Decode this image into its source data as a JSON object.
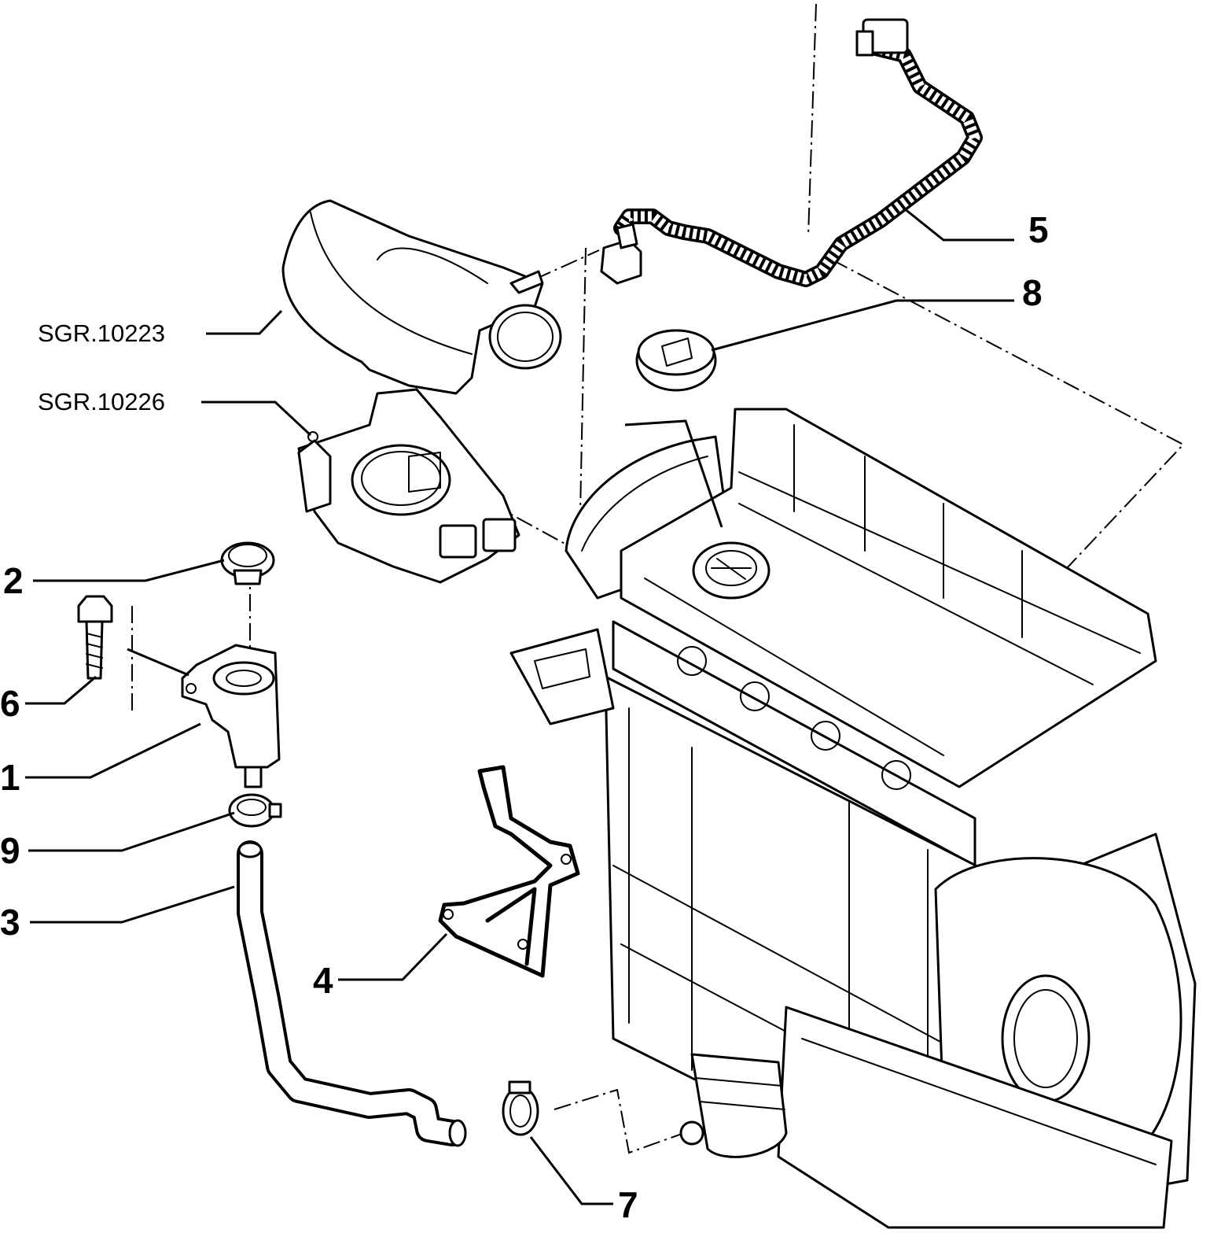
{
  "labels": {
    "sgr_10223": "SGR.10223",
    "sgr_10226": "SGR.10226",
    "part_1": "1",
    "part_2": "2",
    "part_3": "3",
    "part_4": "4",
    "part_5": "5",
    "part_6": "6",
    "part_7": "7",
    "part_8": "8",
    "part_9": "9"
  }
}
